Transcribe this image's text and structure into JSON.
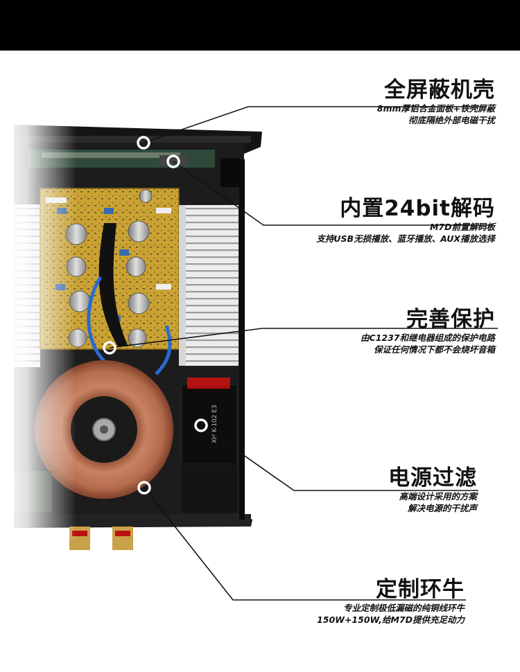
{
  "callouts": [
    {
      "title": "全屏蔽机壳",
      "lines": [
        "8mm厚铝合金面板+铁壳屏蔽",
        "彻底隔绝外部电磁干扰"
      ]
    },
    {
      "title": "内置24bit解码",
      "lines": [
        "M7D前置解码板",
        "支持USB无损播放、蓝牙播放、AUX播放选择"
      ]
    },
    {
      "title": "完善保护",
      "lines": [
        "由C1237和继电器组成的保护电路",
        "保证任何情况下都不会烧坏音箱"
      ]
    },
    {
      "title": "电源过滤",
      "lines": [
        "高端设计采用的方案",
        "解决电源的干扰声"
      ]
    },
    {
      "title": "定制环牛",
      "lines": [
        "专业定制极低漏磁的纯铜线环牛",
        "150W+150W,给M7D提供充足动力"
      ]
    }
  ],
  "colors": {
    "top_bar": "#000000",
    "chassis": "#1a1a1a",
    "pcb": "#c9a233",
    "heatsink": "#e6e6e6",
    "toroid_copper": "#c27a5a",
    "leader_line": "#111111"
  },
  "component_label": "XH K-102 E3"
}
